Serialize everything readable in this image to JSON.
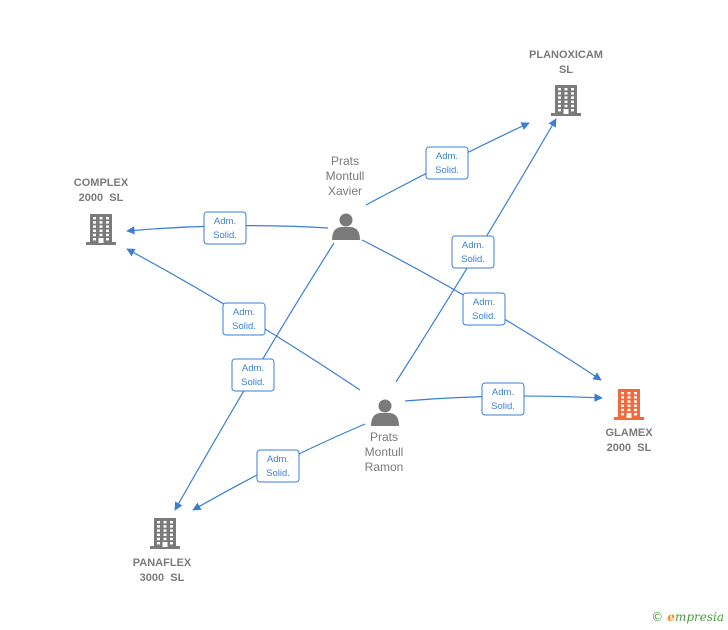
{
  "colors": {
    "edge": "#3a7fd5",
    "company": "#7a7a7a",
    "company_highlight": "#f26a3c",
    "person": "#7a7a7a"
  },
  "companies": [
    {
      "id": "planoxicam",
      "lines": [
        "PLANOXICAM",
        "SL"
      ],
      "highlight": false,
      "icon": "building-icon"
    },
    {
      "id": "complex",
      "lines": [
        "COMPLEX",
        "2000  SL"
      ],
      "highlight": false,
      "icon": "building-icon"
    },
    {
      "id": "glamex",
      "lines": [
        "GLAMEX",
        "2000  SL"
      ],
      "highlight": true,
      "icon": "building-icon"
    },
    {
      "id": "panaflex",
      "lines": [
        "PANAFLEX",
        "3000  SL"
      ],
      "highlight": false,
      "icon": "building-icon"
    }
  ],
  "persons": [
    {
      "id": "xavier",
      "lines": [
        "Prats",
        "Montull",
        "Xavier"
      ],
      "icon": "person-icon"
    },
    {
      "id": "ramon",
      "lines": [
        "Prats",
        "Montull",
        "Ramon"
      ],
      "icon": "person-icon"
    }
  ],
  "edges": [
    {
      "from": "xavier",
      "to": "planoxicam",
      "label": [
        "Adm.",
        "Solid."
      ]
    },
    {
      "from": "xavier",
      "to": "complex",
      "label": [
        "Adm.",
        "Solid."
      ]
    },
    {
      "from": "xavier",
      "to": "glamex",
      "label": [
        "Adm.",
        "Solid."
      ]
    },
    {
      "from": "xavier",
      "to": "panaflex",
      "label": [
        "Adm.",
        "Solid."
      ]
    },
    {
      "from": "ramon",
      "to": "planoxicam",
      "label": [
        "Adm.",
        "Solid."
      ]
    },
    {
      "from": "ramon",
      "to": "complex",
      "label": [
        "Adm.",
        "Solid."
      ]
    },
    {
      "from": "ramon",
      "to": "glamex",
      "label": [
        "Adm.",
        "Solid."
      ]
    },
    {
      "from": "ramon",
      "to": "panaflex",
      "label": [
        "Adm.",
        "Solid."
      ]
    }
  ],
  "footer": {
    "copyright": "©",
    "brand_initial": "e",
    "brand_rest": "mpresia"
  }
}
